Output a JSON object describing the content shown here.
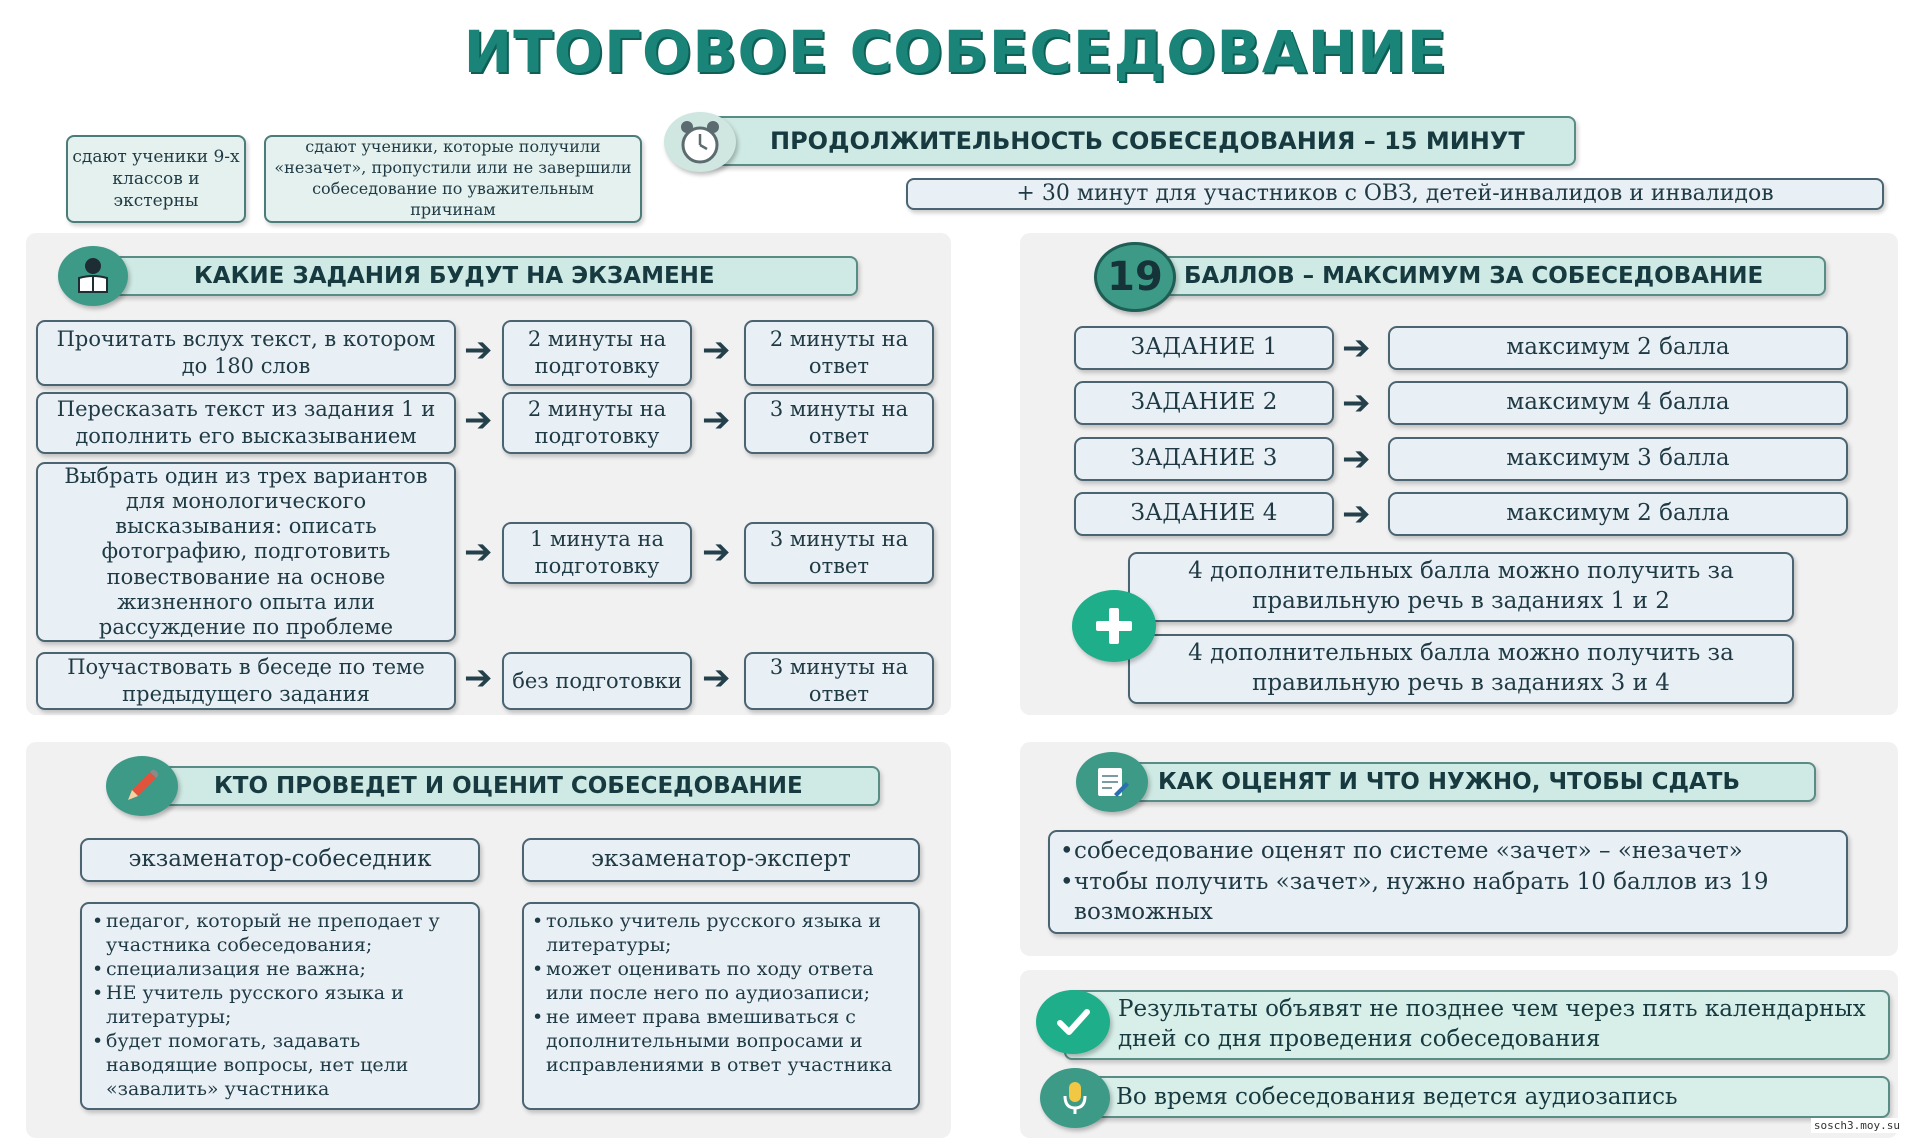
{
  "title": "ИТОГОВОЕ СОБЕСЕДОВАНИЕ",
  "who_takes": {
    "regular": "сдают ученики 9-х классов и экстерны",
    "retake": "сдают ученики, которые получили «незачет», пропустили или не завершили собеседование по уважительным причинам"
  },
  "duration": {
    "main": "ПРОДОЛЖИТЕЛЬНОСТЬ СОБЕСЕДОВАНИЯ –  15 МИНУТ",
    "extra": "+ 30 минут для участников с ОВЗ, детей-инвалидов и инвалидов"
  },
  "tasks_section": {
    "header": "КАКИЕ ЗАДАНИЯ БУДУТ НА ЭКЗАМЕНЕ",
    "rows": [
      {
        "task": "Прочитать вслух текст, в котором до 180 слов",
        "prep": "2 минуты на подготовку",
        "answer": "2 минуты на ответ"
      },
      {
        "task": "Пересказать текст из задания 1 и дополнить его высказыванием",
        "prep": "2 минуты на подготовку",
        "answer": "3 минуты на ответ"
      },
      {
        "task": "Выбрать один из трех вариантов для монологического высказывания: описать фотографию, подготовить повествование на основе жизненного опыта или рассуждение по проблеме",
        "prep": "1 минута на подготовку",
        "answer": "3 минуты на ответ"
      },
      {
        "task": "Поучаствовать в беседе по теме предыдущего задания",
        "prep": "без подготовки",
        "answer": "3 минуты на ответ"
      }
    ]
  },
  "score_section": {
    "number": "19",
    "header": "БАЛЛОВ – МАКСИМУМ ЗА СОБЕСЕДОВАНИЕ",
    "rows": [
      {
        "task": "ЗАДАНИЕ 1",
        "max": "максимум 2 балла"
      },
      {
        "task": "ЗАДАНИЕ 2",
        "max": "максимум 4 балла"
      },
      {
        "task": "ЗАДАНИЕ 3",
        "max": "максимум 3 балла"
      },
      {
        "task": "ЗАДАНИЕ 4",
        "max": "максимум 2 балла"
      }
    ],
    "bonus_1": "4 дополнительных балла можно получить за правильную речь в заданиях 1 и 2",
    "bonus_2": "4 дополнительных балла можно получить за правильную речь в заданиях 3 и 4"
  },
  "examiners_section": {
    "header": "КТО ПРОВЕДЕТ И ОЦЕНИТ СОБЕСЕДОВАНИЕ",
    "interlocutor": {
      "title": "экзаменатор-собеседник",
      "items": [
        "педагог, который не преподает у участника собеседования;",
        "специализация не важна;",
        "НЕ учитель русского языка и литературы;",
        "будет помогать, задавать наводящие вопросы, нет цели «завалить» участника"
      ]
    },
    "expert": {
      "title": "экзаменатор-эксперт",
      "items": [
        "только учитель русского языка и литературы;",
        "может оценивать по ходу ответа или после него по аудиозаписи;",
        "не имеет права вмешиваться с дополнительными вопросами и исправлениями в ответ участника"
      ]
    }
  },
  "grading_section": {
    "header": "КАК ОЦЕНЯТ И ЧТО НУЖНО, ЧТОБЫ СДАТЬ",
    "items": [
      "собеседование оценят по системе «зачет» – «незачет»",
      "чтобы получить «зачет», нужно набрать 10 баллов из 19 возможных"
    ]
  },
  "results": "Результаты объявят не позднее чем через пять календарных дней со дня проведения собеседования",
  "audio": "Во время собеседования ведется аудиозапись",
  "watermark": "sosch3.moy.su",
  "colors": {
    "accent": "#1a8478",
    "header_bg": "#cfeae4",
    "box_bg": "#e9f0f5",
    "icon": "#3d9a87"
  }
}
